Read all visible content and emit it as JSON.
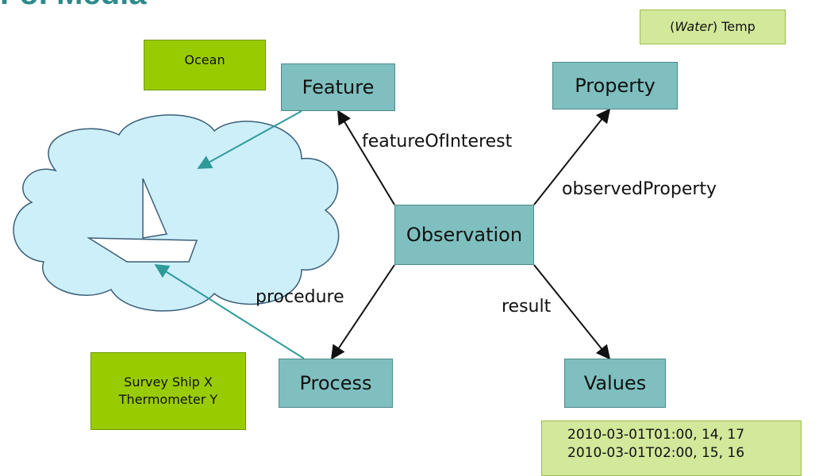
{
  "title": "FoI Media",
  "boxes": {
    "feature": "Feature",
    "property": "Property",
    "observation": "Observation",
    "process": "Process",
    "values": "Values"
  },
  "edges": {
    "feature_of_interest": "featureOfInterest",
    "observed_property": "observedProperty",
    "procedure": "procedure",
    "result": "result"
  },
  "notes": {
    "ocean": "Ocean",
    "water_temp_italic": "Water",
    "water_temp_suffix": "Temp",
    "survey_ship": "Survey Ship X",
    "thermometer": "Thermometer Y",
    "values_rows": [
      "2010-03-01T01:00, 14, 17",
      "2010-03-01T02:00, 15, 16"
    ]
  },
  "colors": {
    "title": "#2e8a8a",
    "box_fill": "#7fbfbf",
    "note_fill": "#99cc00",
    "note_pale_fill": "#d2e89a",
    "cloud_fill": "#cdeffa",
    "teal_arrow": "#2e9a9a"
  },
  "icons": [
    "cloud-shape",
    "sailboat-icon"
  ]
}
